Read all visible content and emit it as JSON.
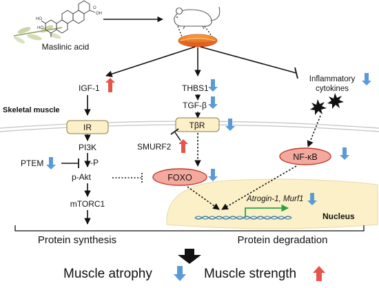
{
  "compound": {
    "name": "Maslinic acid"
  },
  "tissue_label": "Skeletal muscle",
  "nodes": {
    "igf1": "IGF-1",
    "thbs1": "THBS1",
    "tgfb": "TGF-β",
    "inflammatory": [
      "Inflammatory",
      "cytokines"
    ],
    "ir": "IR",
    "tbr": "TβR",
    "pi3k": "PI3K",
    "p": "-P",
    "pakt": "p-Akt",
    "mtorc1": "mTORC1",
    "ptem": "PTEM",
    "smurf2": "SMURF2",
    "foxo": "FOXO",
    "nfkb": "NF-κB",
    "genes": "Atrogin-1, Murf1",
    "nucleus": "Nucleus"
  },
  "outcomes": {
    "synthesis": "Protein synthesis",
    "degradation": "Protein degradation",
    "atrophy": "Muscle atrophy",
    "strength": "Muscle strength"
  },
  "colors": {
    "up": "#e8534a",
    "down": "#5b9bd5",
    "receptor_fill": "#fcf0c8",
    "receptor_stroke": "#8a7a4a",
    "tf_fill": "#f4a99e",
    "tf_stroke": "#c0392b",
    "nucleus_fill": "#fbf0c8",
    "gene_arrow": "#2ea043"
  },
  "icons": [
    "mouse-icon",
    "muscle-icon",
    "olive-branch-icon",
    "structure-icon",
    "cytokine-icon",
    "dna-icon"
  ]
}
